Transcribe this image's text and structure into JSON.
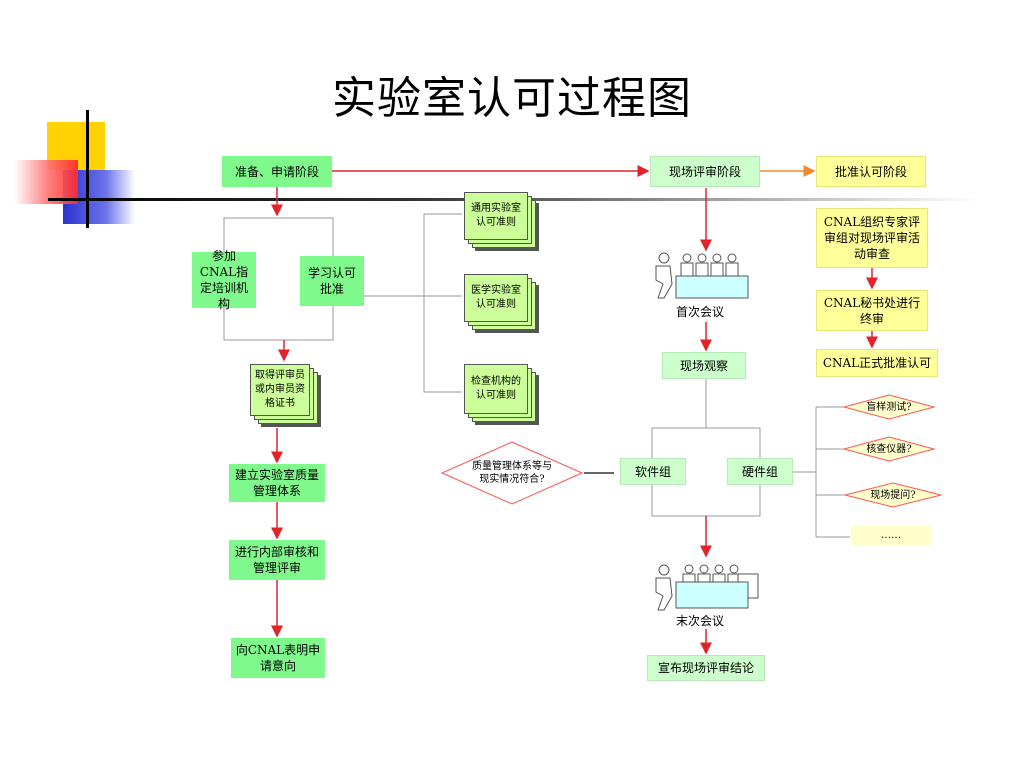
{
  "title": "实验室认可过程图",
  "stages": {
    "prepare": "准备、申请阶段",
    "onsite": "现场评审阶段",
    "approve": "批准认可阶段"
  },
  "left": {
    "training": "参加CNAL指定培训机构",
    "study": "学习认可批准",
    "certificate": "取得评审员或内审员资格证书",
    "build": "建立实验室质量管理体系",
    "internal": "进行内部审核和管理评审",
    "apply": "向CNAL表明申请意向"
  },
  "docs": {
    "general": "通用实验室认可准则",
    "medical": "医学实验室认可准则",
    "inspection": "检查机构的认可准则"
  },
  "diamond": "质量管理体系等与现实情况符合?",
  "middle": {
    "first_meeting": "首次会议",
    "observe": "现场观察",
    "software": "软件组",
    "hardware": "硬件组",
    "last_meeting": "末次会议",
    "conclusion": "宣布现场评审结论"
  },
  "right": {
    "review": "CNAL组织专家评审组对现场评审活动审查",
    "final": "CNAL秘书处进行终审",
    "grant": "CNAL正式批准认可",
    "checks": [
      "盲样测试?",
      "核查仪器?",
      "现场提问?"
    ],
    "more": "……"
  },
  "colors": {
    "arrow_red": "#e2232a",
    "arrow_orange": "#f28a30",
    "green": "#7ff98b",
    "light_green": "#ccffcc",
    "yellow": "#ffff99",
    "doc_green": "#ccff99"
  },
  "icons": [
    "people-meeting-icon",
    "document-stack-icon"
  ]
}
